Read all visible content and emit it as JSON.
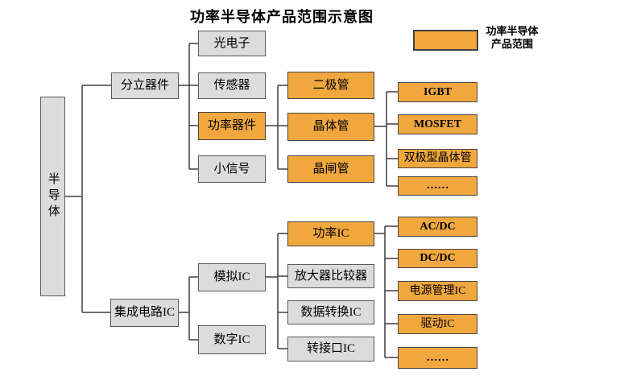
{
  "title": "功率半导体产品范围示意图",
  "legend": {
    "label_line1": "功率半导体",
    "label_line2": "产品范围"
  },
  "colors": {
    "highlight_orange": "#F0A73E",
    "box_gray": "#DCDCDC",
    "line_gray": "#3F3F3F"
  },
  "tree": {
    "label": "半导体",
    "children": [
      {
        "label": "分立器件",
        "children": [
          {
            "label": "光电子"
          },
          {
            "label": "传感器"
          },
          {
            "label": "功率器件",
            "highlight": true,
            "children": [
              {
                "label": "二极管",
                "highlight": true
              },
              {
                "label": "晶体管",
                "highlight": true,
                "children": [
                  {
                    "label": "IGBT",
                    "highlight": true
                  },
                  {
                    "label": "MOSFET",
                    "highlight": true
                  },
                  {
                    "label": "双极型晶体管",
                    "highlight": true
                  },
                  {
                    "label": "……",
                    "highlight": true
                  }
                ]
              },
              {
                "label": "晶闸管",
                "highlight": true
              }
            ]
          },
          {
            "label": "小信号"
          }
        ]
      },
      {
        "label": "集成电路IC",
        "children": [
          {
            "label": "模拟IC",
            "children": [
              {
                "label": "功率IC",
                "highlight": true,
                "children": [
                  {
                    "label": "AC/DC",
                    "highlight": true
                  },
                  {
                    "label": "DC/DC",
                    "highlight": true
                  },
                  {
                    "label": "电源管理IC",
                    "highlight": true
                  },
                  {
                    "label": "驱动IC",
                    "highlight": true
                  },
                  {
                    "label": "……",
                    "highlight": true
                  }
                ]
              },
              {
                "label": "放大器比较器"
              },
              {
                "label": "数据转换IC"
              },
              {
                "label": "转接口IC"
              }
            ]
          },
          {
            "label": "数字IC"
          }
        ]
      }
    ]
  }
}
